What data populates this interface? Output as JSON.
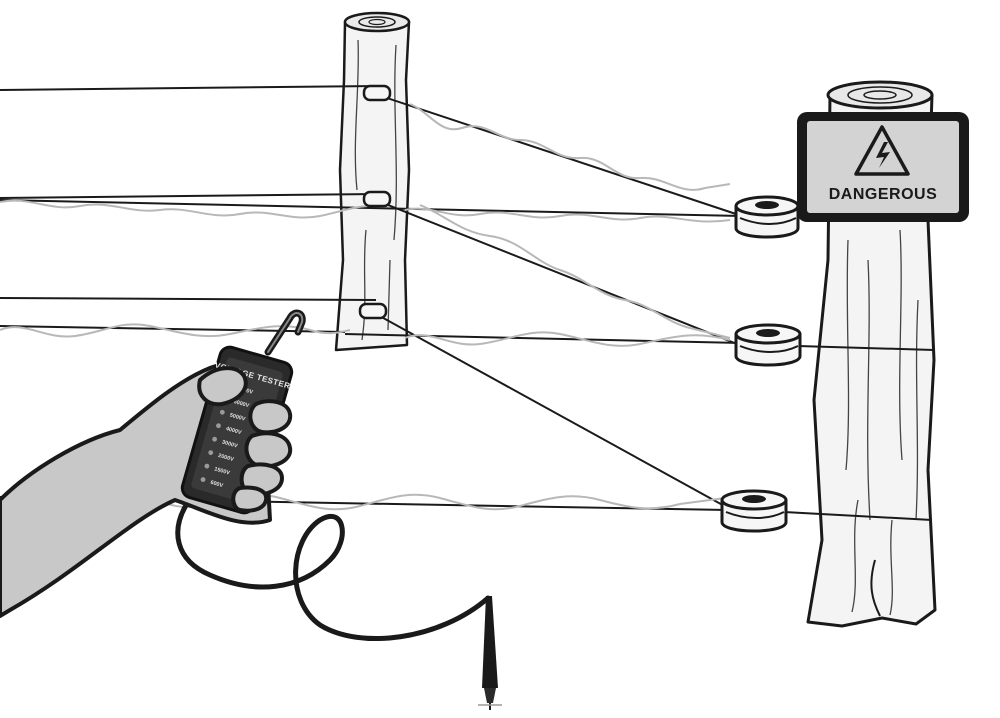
{
  "sign": {
    "text": "DANGEROUS",
    "icon": "high-voltage-warning-icon",
    "panel_color": "#d3d3d3",
    "frame_color": "#1a1a1a"
  },
  "tester": {
    "title": "VOLTAGE TESTER",
    "levels": [
      "7000V",
      "6000V",
      "5000V",
      "4000V",
      "3000V",
      "2000V",
      "1500V",
      "600V"
    ],
    "body_color": "#3a3a3a"
  },
  "colors": {
    "wire": "#1a1a1a",
    "current_wave": "#b8b8b8",
    "post": "#f2f2f2",
    "skin": "#c8c8c8"
  }
}
